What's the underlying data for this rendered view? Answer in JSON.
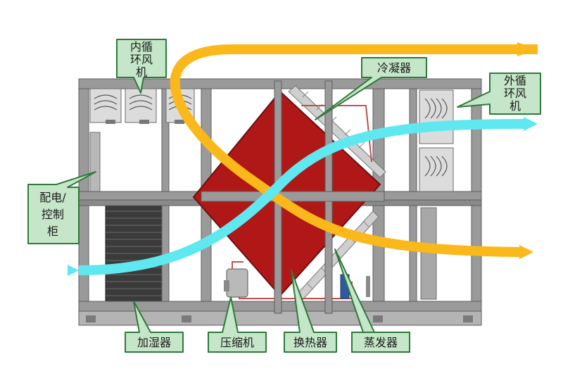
{
  "colors": {
    "frame_fill": "#9a9a9a",
    "frame_edge": "#5d5d5d",
    "exchanger": "#b01818",
    "exchanger_edge": "#6b0f0f",
    "airflow_cyan": "#5fe8f0",
    "airflow_orange": "#fbb81a",
    "callout_fill": "#c5e6c8",
    "callout_edge": "#2d7a3a",
    "humidifier_media": "#3a3a3a"
  },
  "labels": {
    "inner_fan": [
      "内循",
      "环风",
      "机"
    ],
    "condenser": [
      "冷凝器"
    ],
    "outer_fan": [
      "外循",
      "环风",
      "机"
    ],
    "control_cabinet": [
      "配电/",
      "控制",
      "柜"
    ],
    "humidifier": [
      "加湿器"
    ],
    "compressor": [
      "压缩机"
    ],
    "heat_exchanger": [
      "换热器"
    ],
    "evaporator": [
      "蒸发器"
    ]
  }
}
